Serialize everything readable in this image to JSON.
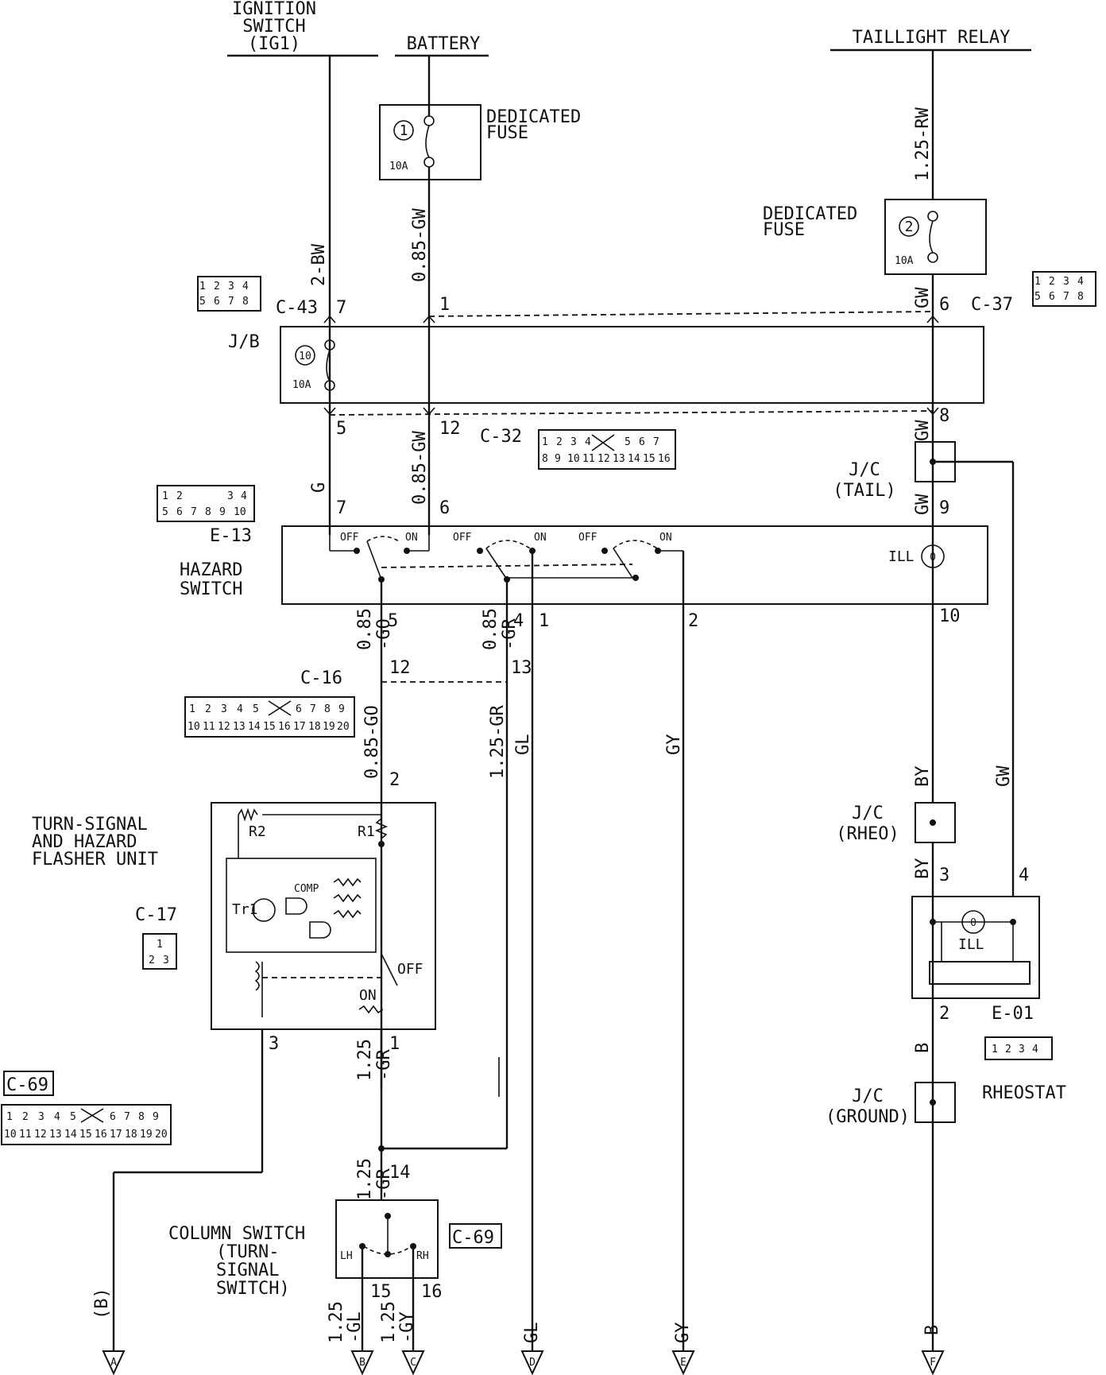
{
  "sources": {
    "ignition": [
      "IGNITION",
      "SWITCH",
      "(IG1)"
    ],
    "battery": "BATTERY",
    "taillight": "TAILLIGHT RELAY"
  },
  "fuses": {
    "dedicated_label": [
      "DEDICATED",
      "FUSE"
    ],
    "fuse1": {
      "num": "1",
      "rating": "10A"
    },
    "fuse2": {
      "num": "2",
      "rating": "10A"
    },
    "fuse10": {
      "num": "10",
      "rating": "10A"
    }
  },
  "connectors": {
    "c43": "C-43",
    "c37": "C-37",
    "c32": "C-32",
    "e13": "E-13",
    "c16": "C-16",
    "c17": "C-17",
    "c69": "C-69",
    "e01": "E-01",
    "jb": "J/B"
  },
  "connector_pins": {
    "c43": [
      "1",
      "2",
      "3",
      "4",
      "5",
      "6",
      "7",
      "8"
    ],
    "c37": [
      "1",
      "2",
      "3",
      "4",
      "5",
      "6",
      "7",
      "8"
    ],
    "c32_top": [
      "1",
      "2",
      "3",
      "4",
      "5",
      "6",
      "7"
    ],
    "c32_bot": [
      "8",
      "9",
      "10",
      "11",
      "12",
      "13",
      "14",
      "15",
      "16"
    ],
    "e13_top": [
      "1",
      "2",
      "3",
      "4"
    ],
    "e13_bot": [
      "5",
      "6",
      "7",
      "8",
      "9",
      "10"
    ],
    "c16_top": [
      "1",
      "2",
      "3",
      "4",
      "5",
      "6",
      "7",
      "8",
      "9"
    ],
    "c16_bot": [
      "10",
      "11",
      "12",
      "13",
      "14",
      "15",
      "16",
      "17",
      "18",
      "19",
      "20"
    ],
    "c17": [
      "1",
      "2",
      "3"
    ],
    "c69_top": [
      "1",
      "2",
      "3",
      "4",
      "5",
      "6",
      "7",
      "8",
      "9"
    ],
    "c69_bot": [
      "10",
      "11",
      "12",
      "13",
      "14",
      "15",
      "16",
      "17",
      "18",
      "19",
      "20"
    ],
    "e01": [
      "1",
      "2",
      "3",
      "4"
    ]
  },
  "wires": {
    "w_2bw": "2-BW",
    "w_085gw": "0.85-GW",
    "w_125rw": "1.25-RW",
    "w_gw": "GW",
    "w_g": "G",
    "w_085go": "0.85-GO",
    "w_085gr": "0.85-GR",
    "w_085": "0.85",
    "w_go": "-GO",
    "w_gr": "-GR",
    "w_125gr": "1.25-GR",
    "w_gl": "GL",
    "w_gy": "GY",
    "w_by": "BY",
    "w_b": "B",
    "w_125": "1.25",
    "w_gl2": "-GL",
    "w_gy2": "-GY"
  },
  "pins": {
    "p7": "7",
    "p1": "1",
    "p6": "6",
    "p5": "5",
    "p12": "12",
    "p8": "8",
    "p9": "9",
    "p4": "4",
    "p2": "2",
    "p10": "10",
    "p13": "13",
    "p3": "3",
    "p14": "14",
    "p15": "15",
    "p16": "16"
  },
  "components": {
    "jc_tail": [
      "J/C",
      "(TAIL)"
    ],
    "jc_rheo": [
      "J/C",
      "(RHEO)"
    ],
    "jc_ground": [
      "J/C",
      "(GROUND)"
    ],
    "hazard": [
      "HAZARD",
      "SWITCH"
    ],
    "flasher": [
      "TURN-SIGNAL",
      "AND HAZARD",
      "FLASHER UNIT"
    ],
    "column": [
      "COLUMN SWITCH",
      "(TURN-",
      "SIGNAL",
      "SWITCH)"
    ],
    "rheostat": "RHEOSTAT",
    "ill": "ILL",
    "off": "OFF",
    "on": "ON",
    "lh": "LH",
    "rh": "RH",
    "r1": "R1",
    "r2": "R2",
    "tr1": "Tr1",
    "comp": "COMP"
  },
  "terminals": {
    "a": "A",
    "b": "B",
    "c": "C",
    "d": "D",
    "e": "E",
    "f": "F",
    "b_ref": "(B)"
  }
}
